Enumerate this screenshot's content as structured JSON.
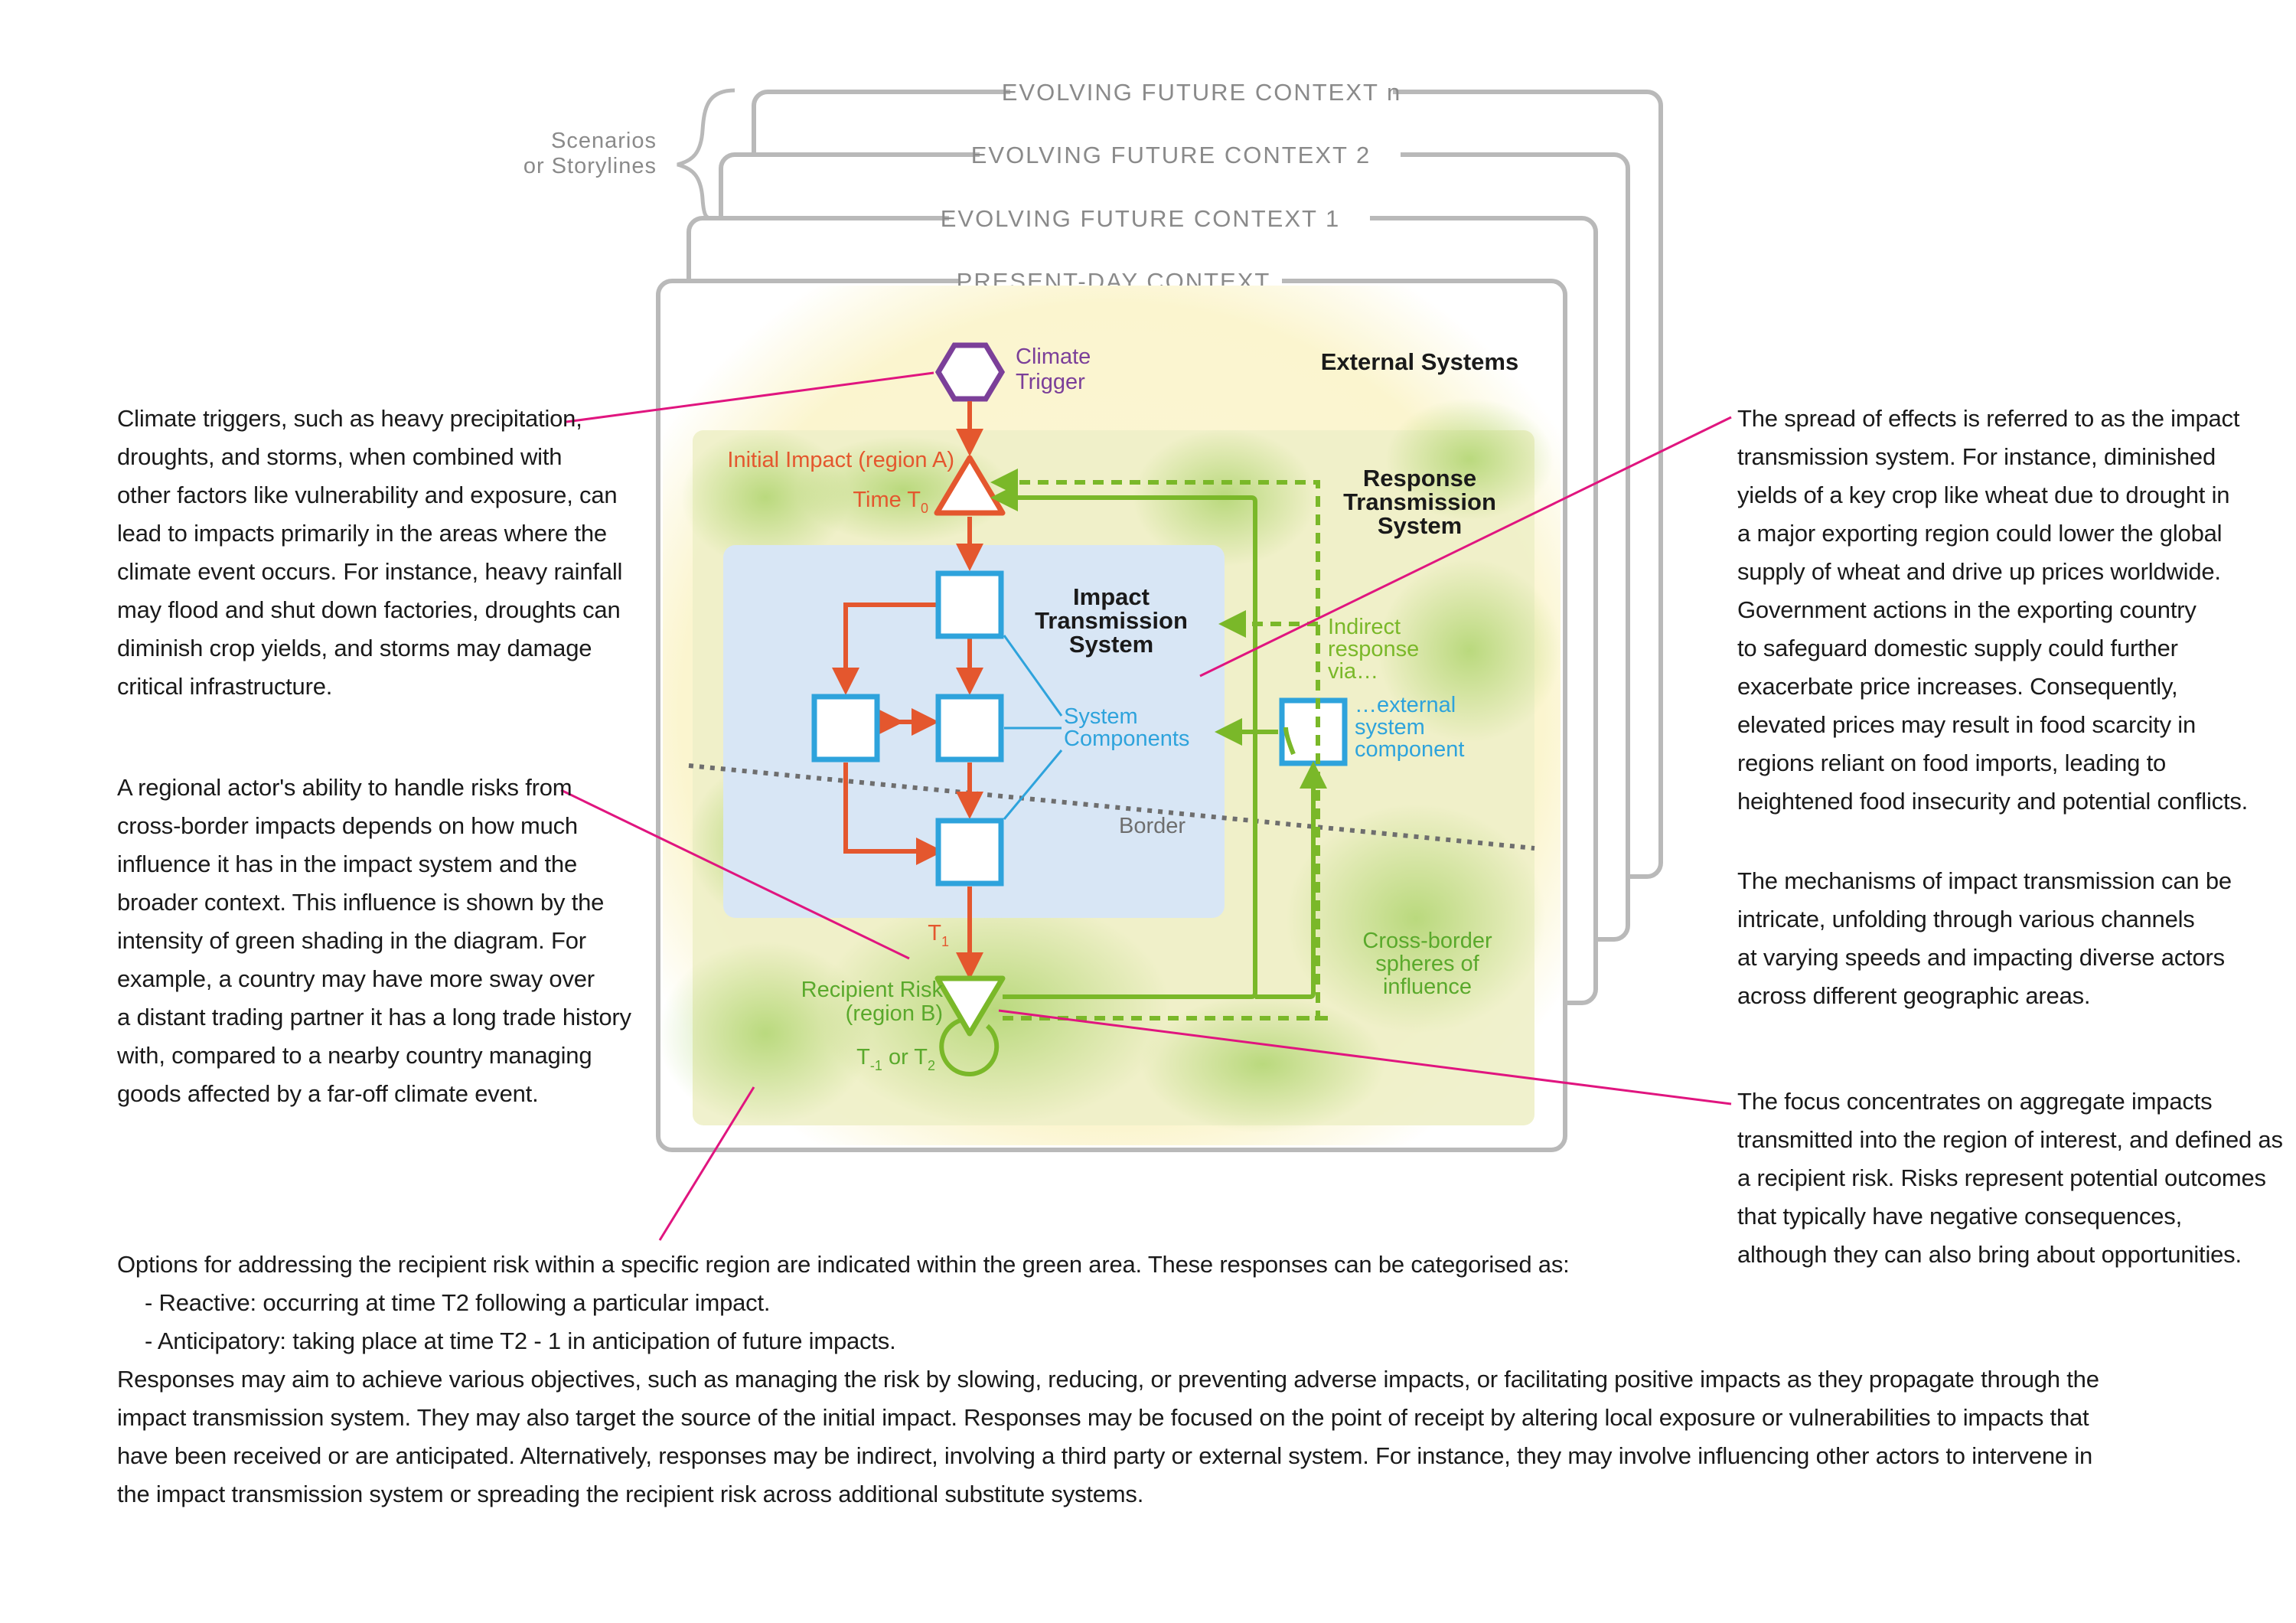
{
  "diagram": {
    "contexts": {
      "present": "PRESENT-DAY CONTEXT",
      "future1": "EVOLVING FUTURE CONTEXT 1",
      "future2": "EVOLVING FUTURE CONTEXT 2",
      "futureN": "EVOLVING FUTURE CONTEXT n"
    },
    "scenarios_label": [
      "Scenarios",
      "or Storylines"
    ],
    "external_systems": "External Systems",
    "climate_trigger": [
      "Climate",
      "Trigger"
    ],
    "initial_impact": "Initial Impact (region A)",
    "time_t0": "Time T",
    "time_t0_sub": "0",
    "response_transmission_system": [
      "Response",
      "Transmission",
      "System"
    ],
    "impact_transmission_system": [
      "Impact",
      "Transmission",
      "System"
    ],
    "indirect_response": [
      "Indirect",
      "response",
      "via…"
    ],
    "external_component": [
      "…external",
      "system",
      "component"
    ],
    "system_components": [
      "System",
      "Components"
    ],
    "border": "Border",
    "t1": "T",
    "t1_sub": "1",
    "recipient_risk": [
      "Recipient Risk",
      "(region B)"
    ],
    "t_minus1": "T",
    "t_minus1_sub": "-1",
    "t_or": " or T",
    "t2_sub": "2",
    "cross_border": [
      "Cross-border",
      "spheres of",
      "influence"
    ],
    "colors": {
      "impact_red": "#e4572e",
      "response_green": "#7ab829",
      "trigger_purple": "#7b3f99",
      "component_blue": "#2ea3dc",
      "callout_pink": "#e0157f",
      "context_gray": "#b9b9b9"
    }
  },
  "texts": {
    "climate_triggers": [
      "Climate triggers, such as heavy precipitation,",
      "droughts, and storms, when combined with",
      "other factors like vulnerability and exposure, can",
      "lead to impacts primarily in the areas where the",
      "climate event occurs. For instance, heavy rainfall",
      "may flood and shut down factories, droughts can",
      "diminish crop yields, and storms may damage",
      "critical infrastructure."
    ],
    "regional_actor": [
      "A regional actor's ability to handle risks from",
      "cross-border impacts depends on how much",
      "influence it has in the impact system and the",
      "broader context. This influence is shown by the",
      "intensity of green shading in the diagram. For",
      "example, a country may have more sway over",
      "a distant trading partner it has a long trade history",
      "with, compared to a nearby country managing",
      "goods affected by a far-off climate event."
    ],
    "spread_of_effects": [
      "The spread of effects is referred to as the impact",
      "transmission system. For instance, diminished",
      "yields of a key crop like wheat due to drought in",
      "a major exporting region could lower the global",
      "supply of wheat and drive up prices worldwide.",
      "Government actions in the exporting country",
      "to safeguard domestic supply could further",
      "exacerbate price increases. Consequently,",
      "elevated prices may result in food scarcity in",
      "regions reliant on food imports, leading to",
      "heightened food insecurity and potential conflicts."
    ],
    "mechanisms": [
      "The mechanisms of impact transmission can be",
      "intricate, unfolding through various channels",
      "at varying speeds and impacting diverse actors",
      "across different geographic areas."
    ],
    "focus": [
      "The focus concentrates on aggregate impacts",
      "transmitted into the region of interest, and defined as",
      "a recipient risk. Risks represent potential outcomes",
      "that typically have negative consequences,",
      "although they can also bring about opportunities."
    ],
    "options": [
      "Options for addressing the recipient risk within a specific region are indicated within the green area. These responses can be categorised as:",
      "- Reactive: occurring at time T2 following a particular impact.",
      "- Anticipatory: taking place at time T2 - 1 in anticipation of future impacts.",
      "Responses may aim to achieve various objectives, such as managing the risk by slowing, reducing, or preventing adverse impacts, or facilitating positive impacts as they propagate through the",
      "impact transmission system. They may also target the source of the initial impact. Responses may be focused on the point of receipt by altering local exposure or vulnerabilities to impacts that",
      "have been received or are anticipated. Alternatively, responses may be indirect, involving a third party or external system. For instance, they may involve influencing other actors to intervene in",
      "the impact transmission system or spreading the recipient risk across additional substitute systems."
    ]
  }
}
